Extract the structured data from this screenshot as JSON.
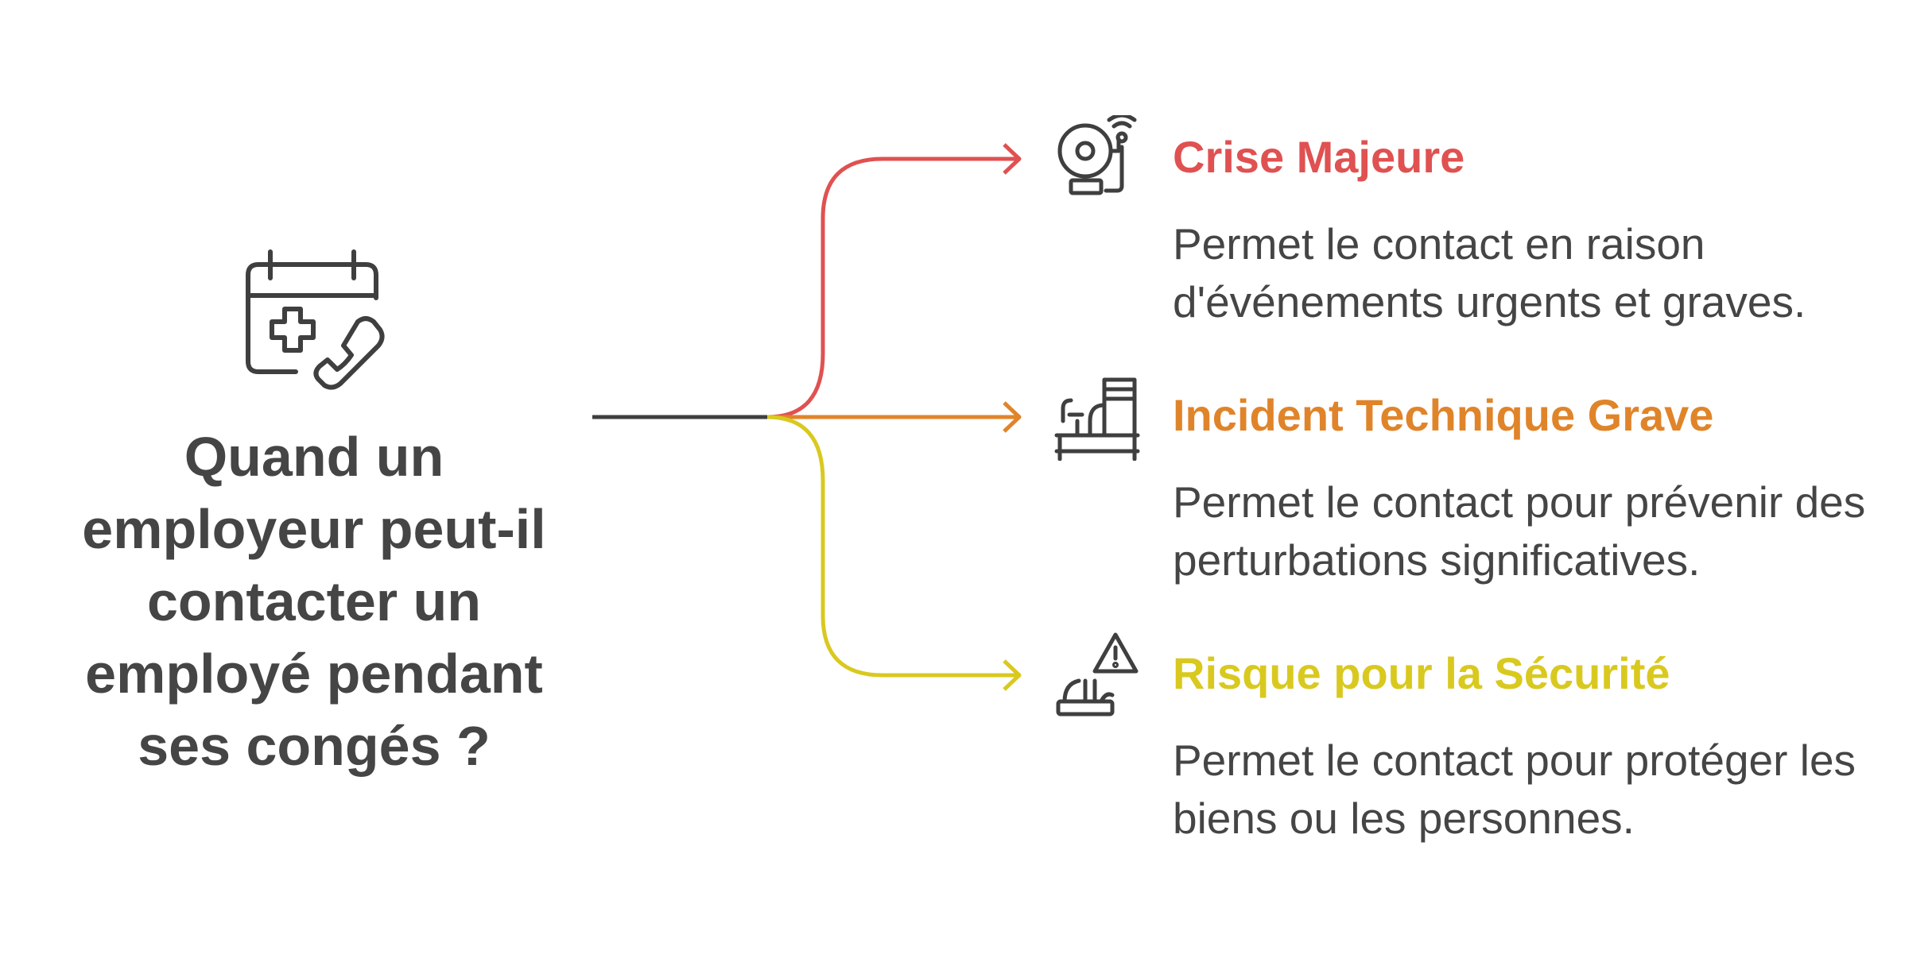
{
  "question": "Quand un employeur peut-il contacter un employé pendant ses congés ?",
  "question_icon": "calendar-medical-phone-icon",
  "colors": {
    "text": "#454545",
    "icon": "#3f3f3f",
    "trunk": "#3f3f3f",
    "crise": "#e05151",
    "incident": "#e0842a",
    "securite": "#d9c91f"
  },
  "items": [
    {
      "title": "Crise Majeure",
      "description": "Permet le contact en raison d'événements urgents et graves.",
      "icon": "alarm-bell-icon",
      "color": "#e05151"
    },
    {
      "title": "Incident Technique Grave",
      "description": "Permet le contact pour prévenir des perturbations significatives.",
      "icon": "machine-shelf-icon",
      "color": "#e0842a"
    },
    {
      "title": "Risque pour la Sécurité",
      "description": "Permet le contact pour protéger les biens ou les personnes.",
      "icon": "warning-hazard-icon",
      "color": "#d9c91f"
    }
  ]
}
